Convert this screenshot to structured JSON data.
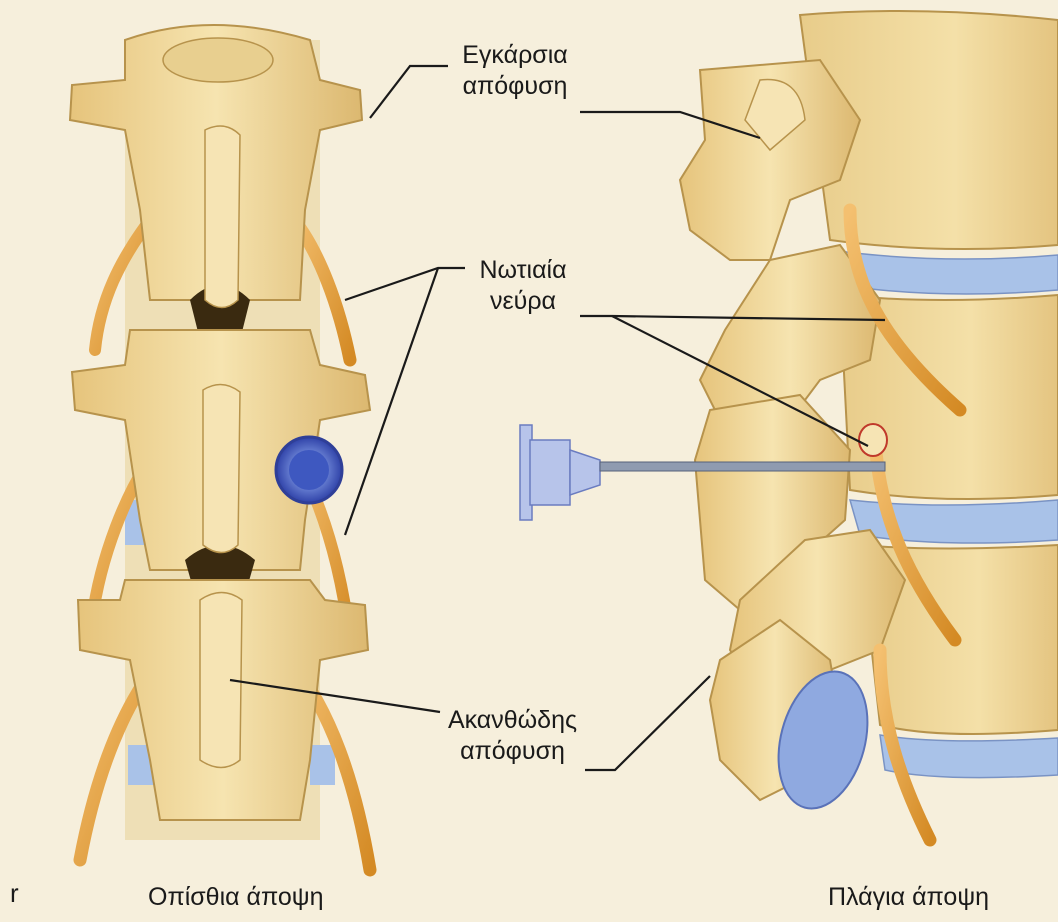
{
  "labels": {
    "transverse_process": [
      "Εγκάρσια",
      "απόφυση"
    ],
    "spinal_nerves": [
      "Νωτιαία",
      "νεύρα"
    ],
    "spinous_process": [
      "Ακανθώδης",
      "απόφυση"
    ]
  },
  "captions": {
    "posterior_view": "Οπίσθια άποψη",
    "lateral_view": "Πλάγια άποψη"
  },
  "corner_fragment": "r",
  "colors": {
    "background": "#f6efdc",
    "bone": "#f2dca0",
    "bone_shadow": "#c9a860",
    "disc": "#a9c2e8",
    "nerve": "#e3a23a",
    "needle": "#8fa6d8",
    "ink": "#1a1a1a"
  }
}
